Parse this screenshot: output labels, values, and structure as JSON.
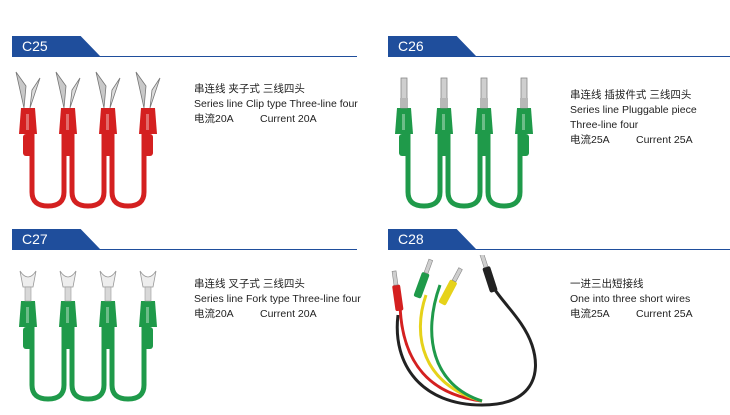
{
  "products": [
    {
      "code": "C25",
      "title_cn": "串连线  夹子式  三线四头",
      "title_en": "Series line  Clip type  Three-line four",
      "title_en2": "",
      "current_cn": "电流20A",
      "current_en": "Current 20A",
      "color": "#d42020",
      "tip": "clip"
    },
    {
      "code": "C26",
      "title_cn": "串连线  插拔件式  三线四头",
      "title_en": "Series line  Pluggable piece",
      "title_en2": "Three-line four",
      "current_cn": "电流25A",
      "current_en": "Current 25A",
      "color": "#1f9a4a",
      "tip": "plug"
    },
    {
      "code": "C27",
      "title_cn": "串连线  叉子式  三线四头",
      "title_en": "Series line  Fork type  Three-line four",
      "title_en2": "",
      "current_cn": "电流20A",
      "current_en": "Current 20A",
      "color": "#1f9a4a",
      "tip": "fork"
    },
    {
      "code": "C28",
      "title_cn": "一进三出短接线",
      "title_en": "One into three short wires",
      "title_en2": "",
      "current_cn": "电流25A",
      "current_en": "Current 25A",
      "colors": [
        "#d42020",
        "#e6d21a",
        "#1f9a4a",
        "#222222"
      ],
      "tip": "short"
    }
  ]
}
